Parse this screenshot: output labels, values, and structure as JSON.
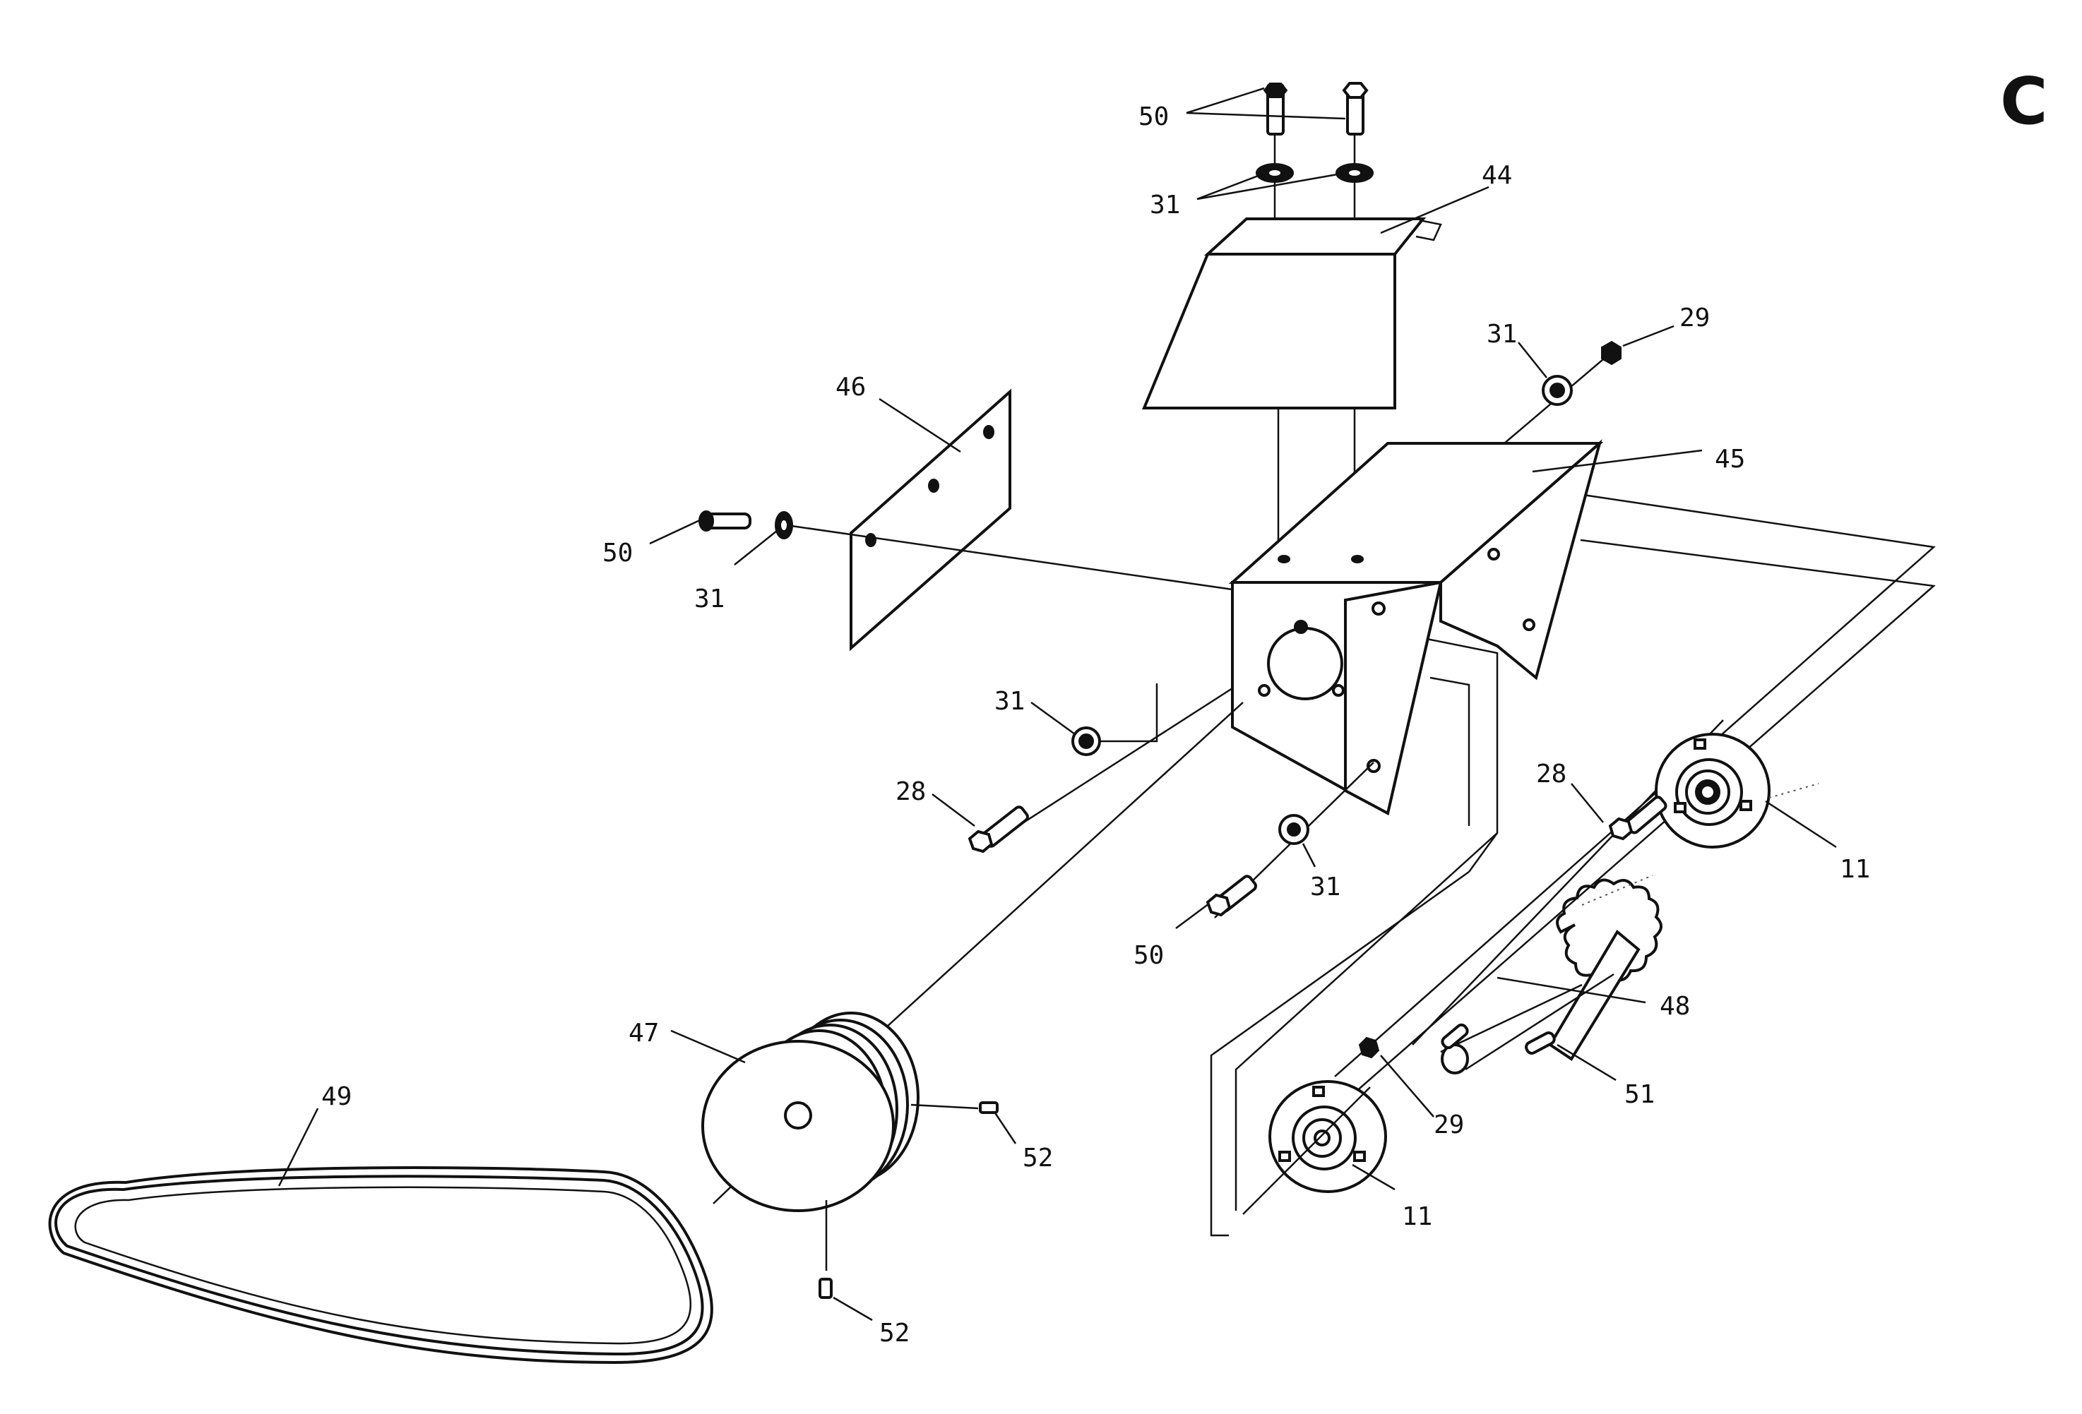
{
  "page_letter": "C",
  "labels": {
    "p50_top": "50",
    "p31_top": "31",
    "p44": "44",
    "p31_right": "31",
    "p29_top": "29",
    "p46": "46",
    "p45": "45",
    "p50_left": "50",
    "p31_left": "31",
    "p31_mid": "31",
    "p28_left": "28",
    "p28_right": "28",
    "p11_right": "11",
    "p31_low": "31",
    "p50_low": "50",
    "p48": "48",
    "p47": "47",
    "p49": "49",
    "p29_low": "29",
    "p51": "51",
    "p52_a": "52",
    "p11_low": "11",
    "p52_b": "52"
  }
}
